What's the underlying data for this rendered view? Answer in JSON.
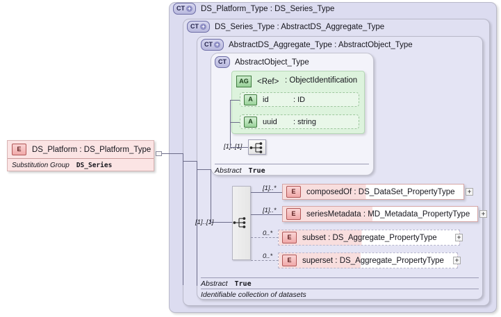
{
  "diagram": {
    "title": "DS_Platform XSD element diagram"
  },
  "root_element": {
    "badge": "E",
    "label": "DS_Platform : DS_Platform_Type",
    "substitution_group_label": "Substitution Group",
    "substitution_group_value": "DS_Series"
  },
  "type_panels": [
    {
      "badge": "CT",
      "expand": "+",
      "name": "DS_Platform_Type : DS_Series_Type"
    },
    {
      "badge": "CT",
      "expand": "+",
      "name": "DS_Series_Type : AbstractDS_Aggregate_Type"
    },
    {
      "badge": "CT",
      "expand": "+",
      "name": "AbstractDS_Aggregate_Type : AbstractObject_Type"
    },
    {
      "badge": "CT",
      "expand": "",
      "name": "AbstractObject_Type"
    }
  ],
  "attribute_group": {
    "badge": "AG",
    "ref_label": "<Ref>",
    "type_label": ": ObjectIdentification",
    "attributes": [
      {
        "badge": "A",
        "name": "id",
        "type": ": ID"
      },
      {
        "badge": "A",
        "name": "uuid",
        "type": ": string"
      }
    ]
  },
  "compositors": [
    {
      "name": "sequence",
      "cardinality": "[1]..[1]"
    },
    {
      "name": "sequence",
      "cardinality": "[1]..[1]"
    }
  ],
  "elements": [
    {
      "badge": "E",
      "label": "composedOf : DS_DataSet_PropertyType",
      "cardinality": "[1]..*",
      "style": "solid",
      "expand": "+"
    },
    {
      "badge": "E",
      "label": "seriesMetadata : MD_Metadata_PropertyType",
      "cardinality": "[1]..*",
      "style": "solid",
      "expand": "+"
    },
    {
      "badge": "E",
      "label": "subset    : DS_Aggregate_PropertyType",
      "cardinality": "0..*",
      "style": "dashed",
      "expand": "+"
    },
    {
      "badge": "E",
      "label": "superset : DS_Aggregate_PropertyType",
      "cardinality": "0..*",
      "style": "dashed",
      "expand": "+"
    }
  ],
  "meta": {
    "abstract_key_inner": "Abstract",
    "abstract_value_inner": "True",
    "abstract_key_outer": "Abstract",
    "abstract_value_outer": "True",
    "documentation": "Identifiable collection of datasets"
  },
  "colors": {
    "panel_level1": "#dcdcf0",
    "panel_level2": "#e0e0f2",
    "panel_level3": "#e4e4f4",
    "panel_level4": "#f3f3fa",
    "element_pink": "#f8dede",
    "attribute_green": "#ddf3dd",
    "line": "#6a6a88"
  }
}
